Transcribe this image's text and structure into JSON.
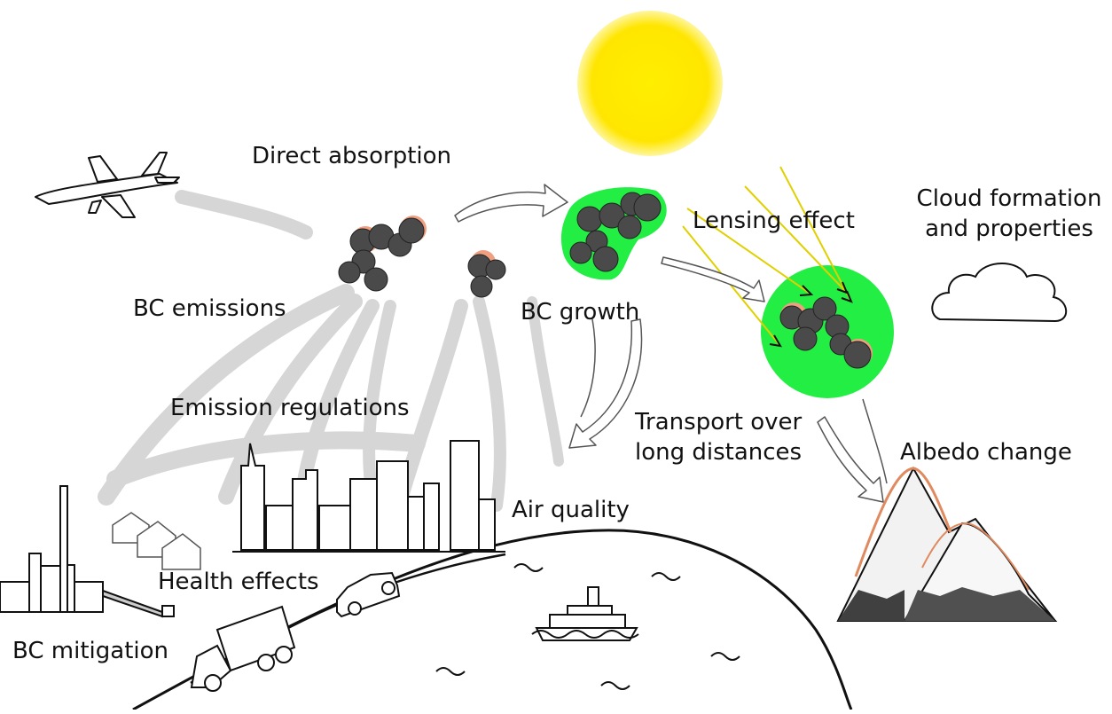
{
  "labels": {
    "direct_absorption": "Direct absorption",
    "lensing_effect": "Lensing effect",
    "cloud_formation_line1": "Cloud formation",
    "cloud_formation_line2": "and properties",
    "bc_emissions": "BC emissions",
    "bc_growth": "BC growth",
    "emission_regulations": "Emission regulations",
    "transport_line1": "Transport over",
    "transport_line2": "long distances",
    "albedo_change": "Albedo change",
    "air_quality": "Air quality",
    "health_effects": "Health effects",
    "bc_mitigation": "BC mitigation"
  },
  "colors": {
    "sun": "#ffe600",
    "particle": "#4a4a4a",
    "particle_coating": "#f0a080",
    "coating_green": "#22ee44",
    "light_ray": "#e0d000",
    "plume": "#d0d0d0",
    "outline": "#111111"
  }
}
